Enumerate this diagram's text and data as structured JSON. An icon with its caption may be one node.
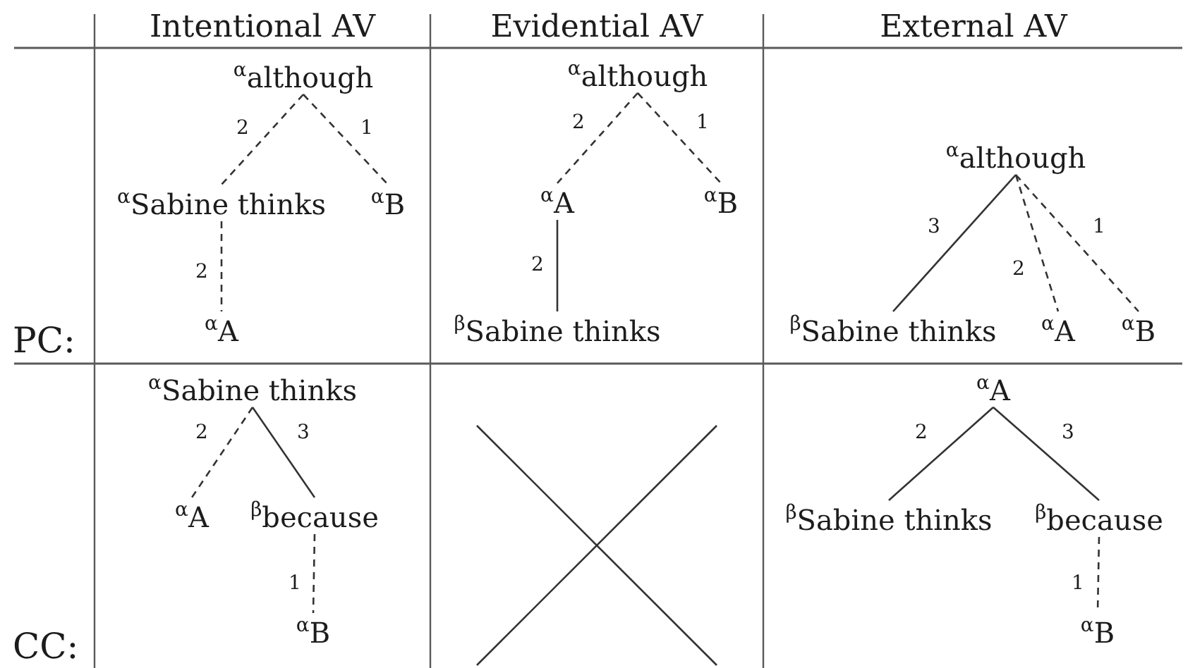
{
  "diagram": {
    "nodes": [
      {
        "text": [
          "α$_{although}$"
        ]
      },
      {
        "text": [
          "α$_{Sabine thinks}$"
        ]
      },
      {
        "text": [
          "α$_{B}$"
        ]
      },
      {
        "text": [
          "α$_{A}$"
        ]
      },
      {
        "text": [
          "α$_{although}$"
        ]
      },
      {
        "text": [
          "α$_{A}$"
        ]
      },
      {
        "text": [
          "α$_{B}$"
        ]
      },
      {
        "text": [
          "β$_{Sabine thinks}$"
        ]
      },
      {
        "text": [
          "α$_{although}$"
        ]
      },
      {
        "text": [
          "β$_{Sabine thinks}$"
        ]
      },
      {
        "text": [
          "α$_{A}$"
        ]
      },
      {
        "text": [
          "α$_{B}$"
        ]
      },
      {
        "text": [
          "α$_{Sabine thinks}$"
        ]
      },
      {
        "text": [
          "α$_{A}$"
        ]
      },
      {
        "text": [
          "β$_{because}$"
        ]
      },
      {
        "text": [
          "α$_{B}$"
        ]
      },
      {
        "text": [
          "α$_{A}$"
        ]
      },
      {
        "text": [
          "β$_{Sabine thinks}$"
        ]
      },
      {
        "text": [
          "β$_{because}$"
        ]
      },
      {
        "text": [
          "α$_{B}$"
        ]
      }
    ],
    "edges": [
      {
        "from": 0,
        "to": 1,
        "arrow": "none",
        "label": "2",
        "style": "dashed"
      },
      {
        "from": 0,
        "to": 2,
        "arrow": "none",
        "label": "1",
        "style": "dashed"
      },
      {
        "from": 1,
        "to": 3,
        "arrow": "none",
        "label": "2",
        "style": "dashed"
      },
      {
        "from": 4,
        "to": 5,
        "arrow": "none",
        "label": "2",
        "style": "dashed"
      },
      {
        "from": 4,
        "to": 6,
        "arrow": "none",
        "label": "1",
        "style": "dashed"
      },
      {
        "from": 5,
        "to": 7,
        "arrow": "none",
        "label": "2"
      },
      {
        "from": 8,
        "to": 9,
        "arrow": "none",
        "label": "3"
      },
      {
        "from": 8,
        "to": 10,
        "arrow": "none",
        "label": "2",
        "style": "dashed"
      },
      {
        "from": 8,
        "to": 11,
        "arrow": "none",
        "label": "1",
        "style": "dashed"
      },
      {
        "from": 12,
        "to": 13,
        "arrow": "none",
        "label": "2",
        "style": "dashed"
      },
      {
        "from": 12,
        "to": 14,
        "arrow": "none",
        "label": "3"
      },
      {
        "from": 14,
        "to": 15,
        "arrow": "none",
        "label": "1",
        "style": "dashed"
      },
      {
        "from": 16,
        "to": 17,
        "arrow": "none",
        "label": "2"
      },
      {
        "from": 16,
        "to": 18,
        "arrow": "none",
        "label": "3"
      },
      {
        "from": 18,
        "to": 19,
        "arrow": "none",
        "label": "1",
        "style": "dashed"
      }
    ],
    "labels": [
      "Intentional AV",
      "Evidential AV",
      "External AV",
      "PC:",
      "CC:"
    ]
  }
}
